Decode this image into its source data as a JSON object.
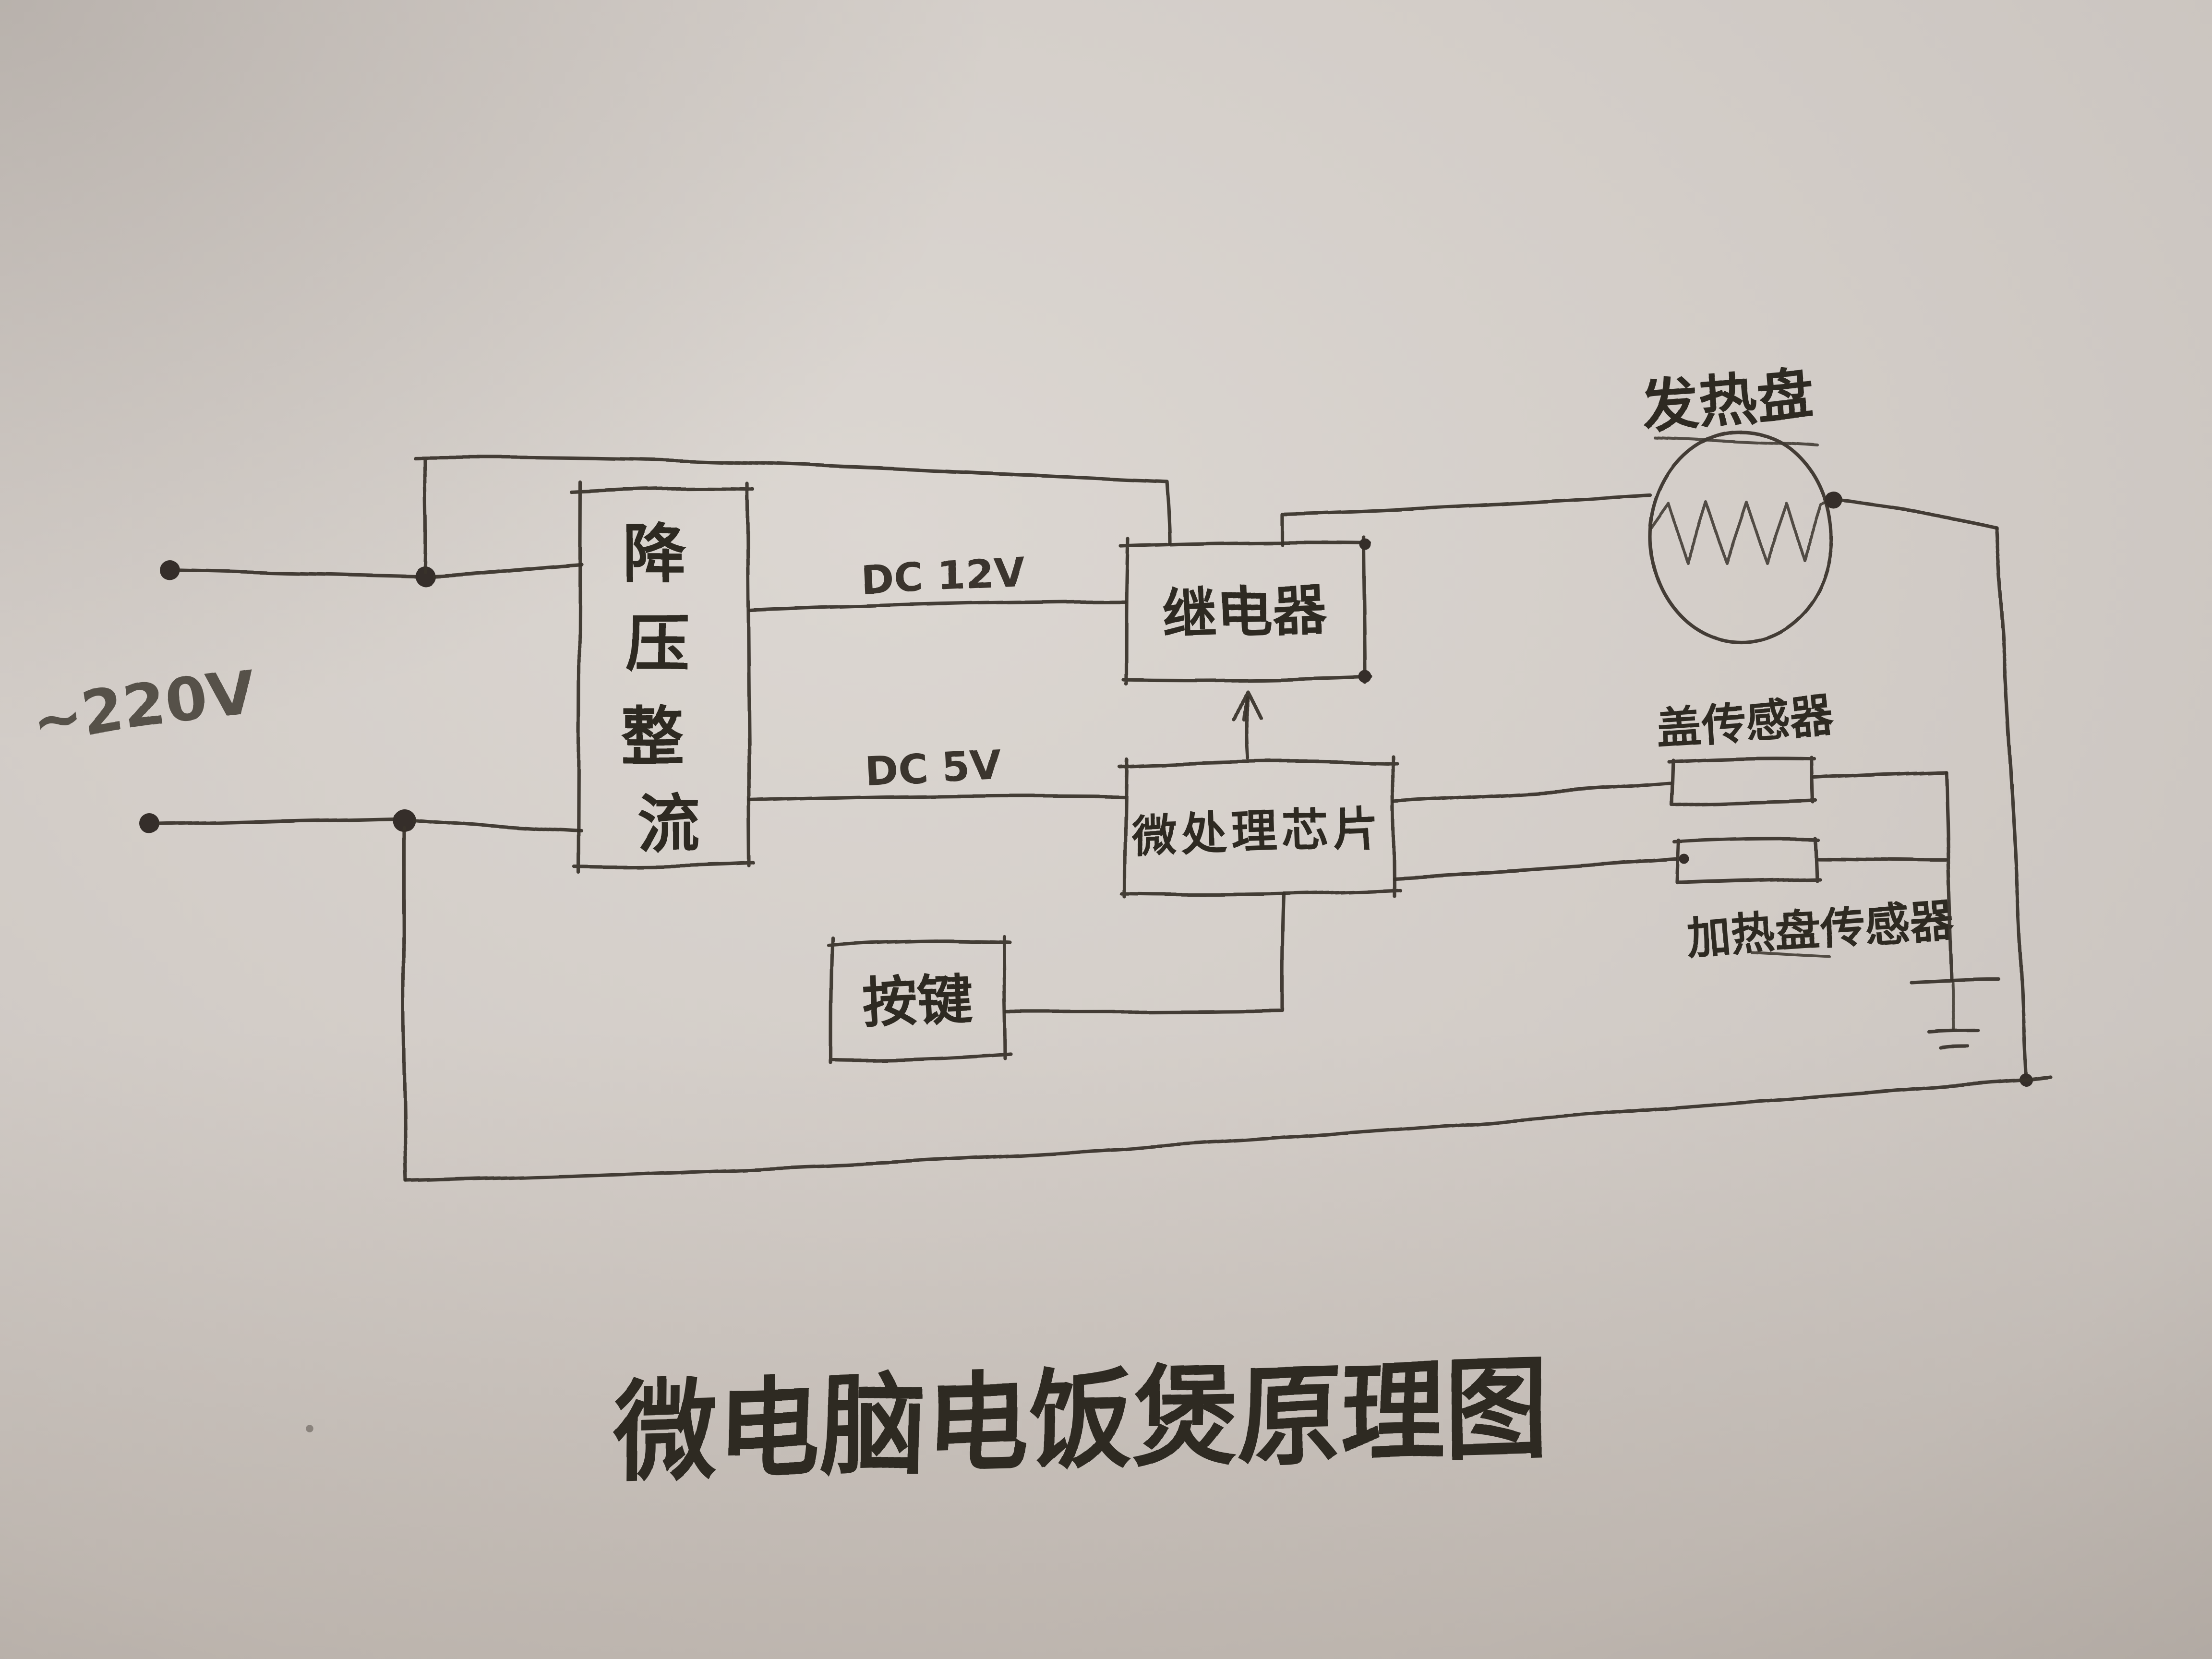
{
  "title": "微电脑电饭煲原理图",
  "power_source": {
    "label": "~220V"
  },
  "blocks": {
    "rectifier": {
      "label": "降压整流",
      "chars": [
        "降",
        "压",
        "整",
        "流"
      ]
    },
    "relay": {
      "label": "继电器"
    },
    "mcu": {
      "label": "微处理芯片"
    },
    "keys": {
      "label": "按键"
    },
    "heater": {
      "label": "发热盘"
    },
    "lid_sensor": {
      "label": "盖传感器"
    },
    "plate_sensor": {
      "label": "加热盘传感器"
    }
  },
  "wire_labels": {
    "dc12v": "DC 12V",
    "dc5v": "DC 5V"
  },
  "colors": {
    "paper": "#d2ccc7",
    "ink": "#38322c",
    "pencil": "#57514a"
  }
}
